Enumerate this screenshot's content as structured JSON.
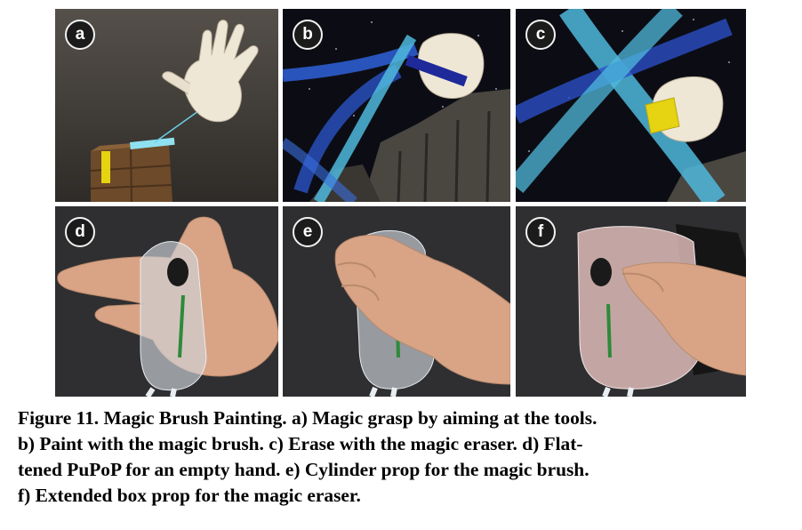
{
  "figure": {
    "panels": [
      {
        "label": "a",
        "icon": "vr-hand-aiming-at-tools"
      },
      {
        "label": "b",
        "icon": "vr-hand-painting-with-brush"
      },
      {
        "label": "c",
        "icon": "vr-hand-erasing-with-eraser"
      },
      {
        "label": "d",
        "icon": "photo-flattened-pupop-empty-hand"
      },
      {
        "label": "e",
        "icon": "photo-cylinder-prop-grip"
      },
      {
        "label": "f",
        "icon": "photo-extended-box-prop-grip"
      }
    ],
    "caption_lines": [
      "Figure 11. Magic Brush Painting. a) Magic grasp by aiming at the tools.",
      "b) Paint with the magic brush.  c) Erase with the magic eraser.  d) Flat-",
      "tened PuPoP for an empty hand.  e) Cylinder prop for the magic brush.",
      "f) Extended box prop for the magic eraser."
    ],
    "colors": {
      "virtual_bg": "#3f3b37",
      "night_sky": "#0c0d14",
      "brush_stroke": "#4fb9dc",
      "eraser": "#e6d311",
      "photo_bg": "#2f2f31",
      "skin": "#d9a486"
    }
  }
}
